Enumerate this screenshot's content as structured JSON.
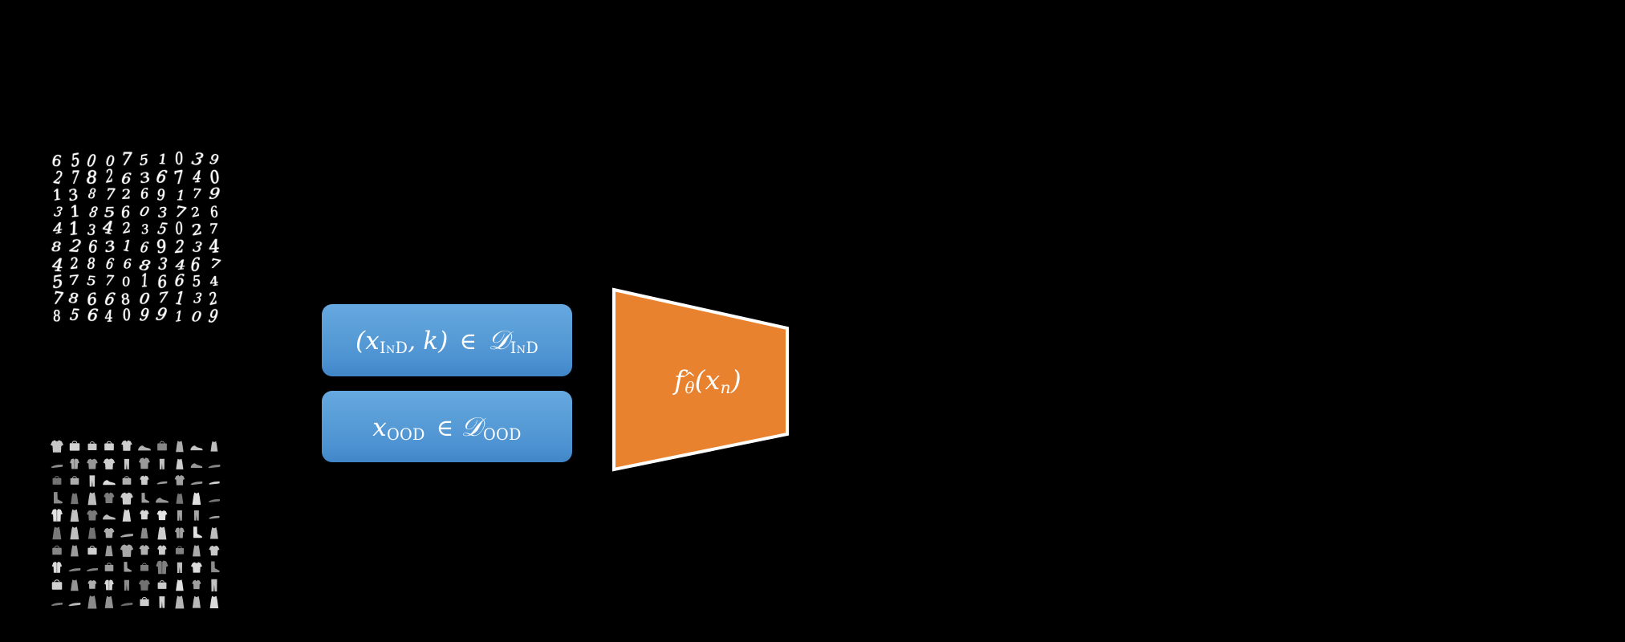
{
  "diagram": {
    "title": "OOD detection pipeline schematic",
    "background_color": "#000000",
    "accent_blue": "#5b9fd8",
    "accent_orange": "#E8822F",
    "text_color": "#FFFFFF"
  },
  "datasets": {
    "ind_samples": {
      "name": "mnist-digit-grid",
      "rows": 10,
      "cols": 10,
      "digits": [
        [
          "6",
          "5",
          "0",
          "0",
          "7",
          "5",
          "1",
          "0",
          "3",
          "9"
        ],
        [
          "2",
          "7",
          "8",
          "2",
          "6",
          "3",
          "6",
          "7",
          "4",
          "0"
        ],
        [
          "1",
          "3",
          "8",
          "7",
          "2",
          "6",
          "9",
          "1",
          "7",
          "9"
        ],
        [
          "3",
          "1",
          "8",
          "5",
          "6",
          "0",
          "3",
          "7",
          "2",
          "6"
        ],
        [
          "4",
          "1",
          "3",
          "4",
          "2",
          "3",
          "5",
          "0",
          "2",
          "7"
        ],
        [
          "8",
          "2",
          "6",
          "3",
          "1",
          "6",
          "9",
          "2",
          "3",
          "4"
        ],
        [
          "4",
          "2",
          "8",
          "6",
          "6",
          "8",
          "3",
          "4",
          "6",
          "7"
        ],
        [
          "5",
          "7",
          "5",
          "7",
          "0",
          "1",
          "6",
          "6",
          "5",
          "4"
        ],
        [
          "7",
          "8",
          "6",
          "6",
          "8",
          "0",
          "7",
          "1",
          "3",
          "2"
        ],
        [
          "8",
          "5",
          "6",
          "4",
          "0",
          "9",
          "9",
          "1",
          "0",
          "9"
        ]
      ]
    },
    "ood_samples": {
      "name": "fashion-mnist-grid",
      "rows": 10,
      "cols": 10,
      "items": [
        [
          "pullover",
          "bag",
          "bag",
          "bag",
          "tshirt",
          "sneaker",
          "bag",
          "dress",
          "sneaker",
          "dress"
        ],
        [
          "sandal",
          "coat",
          "pullover",
          "pullover",
          "trouser",
          "shirt",
          "trouser",
          "dress",
          "sneaker",
          "sandal"
        ],
        [
          "bag",
          "bag",
          "trouser",
          "sneaker",
          "bag",
          "shirt",
          "sandal",
          "shirt",
          "sandal",
          "sandal"
        ],
        [
          "boot",
          "dress",
          "dress",
          "shirt",
          "pullover",
          "boot",
          "sneaker",
          "dress",
          "dress",
          "sandal"
        ],
        [
          "coat",
          "dress",
          "pullover",
          "sneaker",
          "dress",
          "shirt",
          "pullover",
          "trouser",
          "trouser",
          "sandal"
        ],
        [
          "dress",
          "dress",
          "dress",
          "pullover",
          "sandal",
          "dress",
          "dress",
          "coat",
          "boot",
          "dress"
        ],
        [
          "bag",
          "dress",
          "bag",
          "dress",
          "pullover",
          "tshirt",
          "shirt",
          "bag",
          "dress",
          "pullover"
        ],
        [
          "coat",
          "sandal",
          "sandal",
          "bag",
          "boot",
          "bag",
          "coat",
          "trouser",
          "pullover",
          "boot"
        ],
        [
          "bag",
          "dress",
          "tshirt",
          "coat",
          "trouser",
          "pullover",
          "bag",
          "dress",
          "shirt",
          "trouser"
        ],
        [
          "sandal",
          "sandal",
          "dress",
          "dress",
          "sandal",
          "bag",
          "trouser",
          "dress",
          "dress",
          "dress"
        ]
      ]
    }
  },
  "boxes": {
    "ind": {
      "name": "in-distribution-data-box",
      "open_paren": "(",
      "x_symbol": "x",
      "x_subscript": "InD",
      "comma": ",",
      "k_symbol": "k",
      "close_paren": ")",
      "membership": "∈",
      "set_symbol": "𝒟",
      "set_subscript": "InD",
      "plain_text": "(x_InD, k) ∈ D_InD"
    },
    "ood": {
      "name": "out-of-distribution-data-box",
      "x_symbol": "x",
      "x_subscript": "OOD",
      "membership": "∈",
      "set_symbol": "𝒟",
      "set_subscript": "OOD",
      "plain_text": "x_OOD ∈ D_OOD"
    }
  },
  "model": {
    "name": "neural-network-model",
    "f_symbol": "f",
    "theta_hat": "θ",
    "hat": "^",
    "open_paren": "(",
    "x_symbol": "x",
    "x_subscript": "n",
    "close_paren": ")",
    "plain_text": "f_θ̂(x_n)",
    "fill_color": "#E8822F",
    "border_color": "#FFFFFF"
  }
}
